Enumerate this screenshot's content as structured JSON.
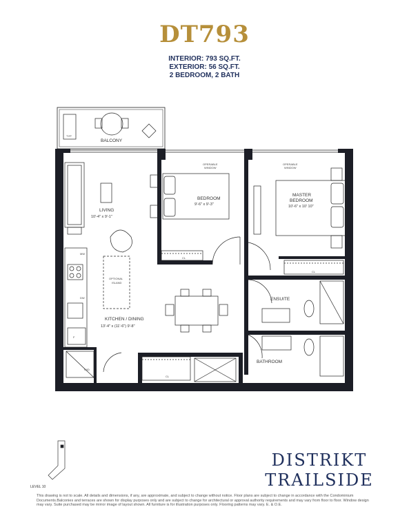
{
  "header": {
    "unit_name": "DT793",
    "interior": "INTERIOR: 793 SQ.FT.",
    "exterior": "EXTERIOR: 56 SQ.FT.",
    "layout": "2 BEDROOM, 2 BATH"
  },
  "plan": {
    "balcony": "BALCONY",
    "living": "LIVING",
    "living_dims": "10'-4\" x 9'-1\"",
    "bedroom": "BEDROOM",
    "bedroom_dims": "9'-6\" x 9'-3\"",
    "master": "MASTER",
    "master_bedroom": "BEDROOM",
    "master_dims": "10'-6\" x 10' 10\"",
    "operable_window_1": "OPERABLE",
    "operable_window_2": "OPERABLE",
    "window_word": "WINDOW",
    "optional": "OPTIONAL",
    "island": "ISLAND",
    "kitchen_dining": "KITCHEN / DINING",
    "kitchen_dims": "13'-4\" x (11'-6\") 9'-8\"",
    "ensuite": "ENSUITE",
    "bathroom": "BATHROOM",
    "closet": "CL",
    "mw": "MW",
    "dw": "DW",
    "wd": "W/D",
    "fridge": "F",
    "balcony_tag": "TYP",
    "level": "LEVEL 10"
  },
  "brand": {
    "line1": "DISTRIKT",
    "line2": "TRAILSIDE"
  },
  "disclaimer": "This drawing is not to scale. All details and dimensions, if any, are approximate, and subject to change without notice. Floor plans are subject to change in accordance with the Condominium Documents.Balconies and terraces are shown for display purposes only and are subject to change for architectural or approval authority requirements and may vary from floor to floor. Window design may vary. Suite purchased may be mirror image of layout shown. All furniture is for illustration purposes only. Flooring patterns may vary. E. & O.E.",
  "colors": {
    "gold": "#b68f3a",
    "navy": "#1f2f5c",
    "wall": "#1c1e26",
    "line": "#222222"
  }
}
